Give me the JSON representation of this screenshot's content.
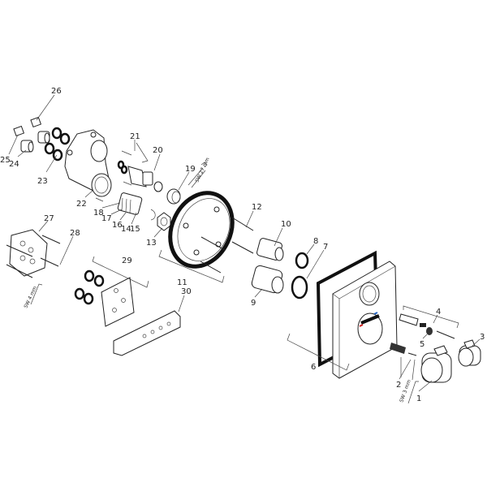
{
  "title": "Exploded parts diagram",
  "part_labels": [
    "1",
    "2",
    "3",
    "4",
    "5",
    "6",
    "7",
    "8",
    "9",
    "10",
    "11",
    "12",
    "13",
    "14",
    "15",
    "16",
    "17",
    "18",
    "19",
    "20",
    "21",
    "22",
    "23",
    "24",
    "25",
    "26",
    "27",
    "28",
    "29",
    "30"
  ],
  "tool_labels": {
    "sw27": "SW 27 mm",
    "sw4": "SW 4 mm",
    "sw3": "SW 3 mm"
  },
  "colors": {
    "hot": "#d02020",
    "cold": "#2060c0",
    "line": "#222222"
  }
}
